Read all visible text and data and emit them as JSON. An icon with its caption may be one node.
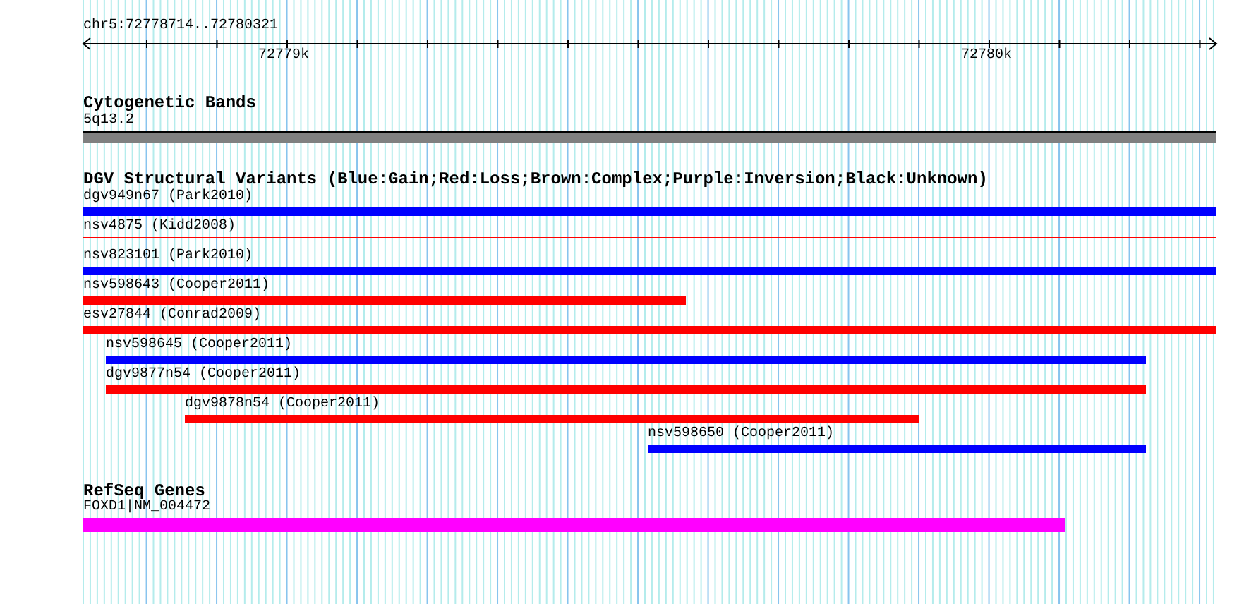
{
  "diagram": {
    "nodes": [
      {
        "text": [
          "5q13.2"
        ]
      },
      {
        "text": [
          "dgv949n67 (Park2010)"
        ]
      },
      {
        "text": [
          "nsv4875 (Kidd2008)"
        ]
      },
      {
        "text": [
          "nsv823101 (Park2010)"
        ]
      },
      {
        "text": [
          "nsv598643 (Cooper2011)"
        ]
      },
      {
        "text": [
          "esv27844 (Conrad2009)"
        ]
      },
      {
        "text": [
          "nsv598645 (Cooper2011)"
        ]
      },
      {
        "text": [
          "dgv9877n54 (Cooper2011)"
        ]
      },
      {
        "text": [
          "dgv9878n54 (Cooper2011)"
        ]
      },
      {
        "text": [
          "nsv598650 (Cooper2011)"
        ]
      },
      {
        "text": [
          "FOXD1|NM_004472"
        ]
      }
    ],
    "labels": [
      "chr5:72778714..72780321",
      "72779k",
      "72780k",
      "Cytogenetic Bands",
      "DGV Structural Variants (Blue:Gain;Red:Loss;Brown:Complex;Purple:Inversion;Black:Unknown)",
      "RefSeq Genes"
    ]
  }
}
